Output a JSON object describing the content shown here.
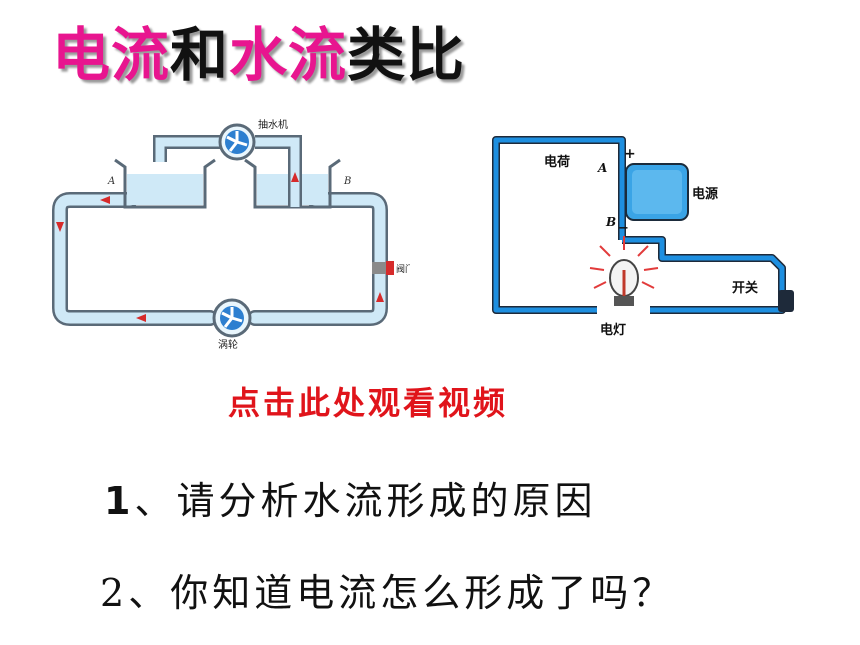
{
  "title": {
    "part1": "电流",
    "part2": "和",
    "part3": "水流",
    "part4": "类比"
  },
  "water_diagram": {
    "pump_label": "抽水机",
    "label_a": "A",
    "label_b": "B",
    "valve_label": "阀门",
    "turbine_label": "涡轮"
  },
  "circuit_diagram": {
    "charge_label": "电荷",
    "label_a": "A",
    "plus": "+",
    "power_label": "电源",
    "label_b": "B",
    "minus": "−",
    "switch_label": "开关",
    "lamp_label": "电灯"
  },
  "video_link": "点击此处观看视频",
  "questions": [
    {
      "num": "1",
      "text": "、请分析水流形成的原因"
    },
    {
      "num": "2",
      "text": "、你知道电流怎么形成了吗？"
    }
  ],
  "colors": {
    "title_accent": "#e8158f",
    "link_red": "#e0141b",
    "wire_blue": "#1e8fe0",
    "water_light": "#cfe9f7"
  }
}
